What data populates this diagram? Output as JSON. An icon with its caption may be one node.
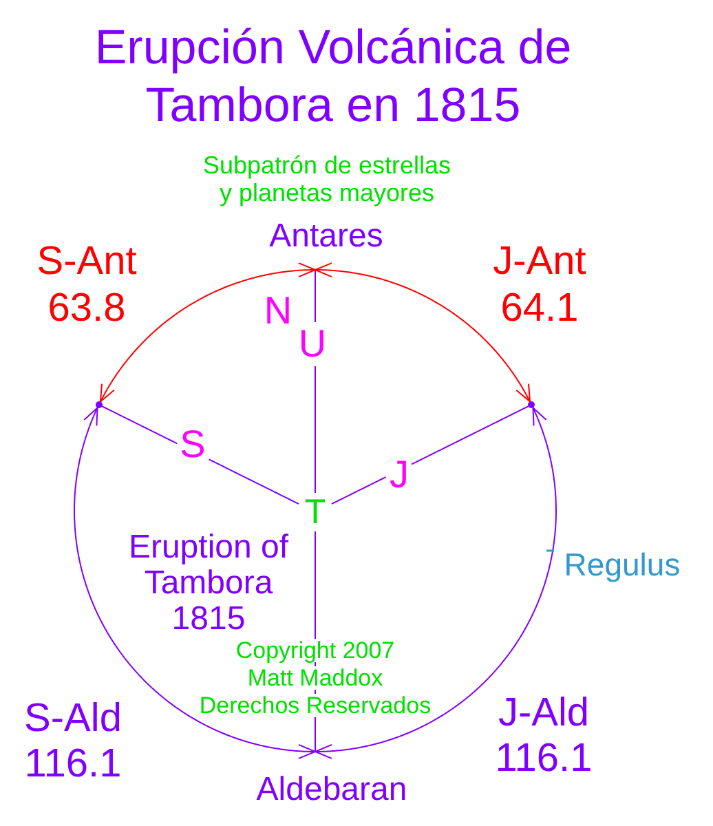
{
  "diagram": {
    "title": "Erupción Volcánica de Tambora en 1815",
    "nodes": [
      {
        "text": [
          "Antares"
        ]
      },
      {
        "text": [],
        "shape": "dot"
      },
      {
        "text": [],
        "shape": "dot"
      },
      {
        "text": [
          "T"
        ]
      },
      {
        "text": [
          "Aldebaran"
        ]
      }
    ],
    "edges": [
      {
        "from": 3,
        "to": 0,
        "arrow": "none",
        "label": "U"
      },
      {
        "from": 3,
        "to": 1,
        "arrow": "none",
        "label": "S"
      },
      {
        "from": 3,
        "to": 2,
        "arrow": "none",
        "label": "J"
      },
      {
        "from": 3,
        "to": 4,
        "arrow": "none"
      },
      {
        "from": 0,
        "to": 1,
        "arrow": "both",
        "label": "S-Ant 63.8",
        "color": "#ff0000"
      },
      {
        "from": 0,
        "to": 2,
        "arrow": "both",
        "label": "J-Ant 64.1",
        "color": "#ff0000"
      },
      {
        "from": 1,
        "to": 4,
        "arrow": "both",
        "label": "S-Ald 116.1"
      },
      {
        "from": 2,
        "to": 4,
        "arrow": "both",
        "label": "J-Ald 116.1"
      }
    ],
    "labels": [
      "Subpatrón de estrellas y planetas mayores",
      "N",
      "Eruption of Tambora 1815",
      "Regulus",
      "Copyright 2007",
      "Matt Maddox",
      "Derechos Reservados"
    ]
  }
}
